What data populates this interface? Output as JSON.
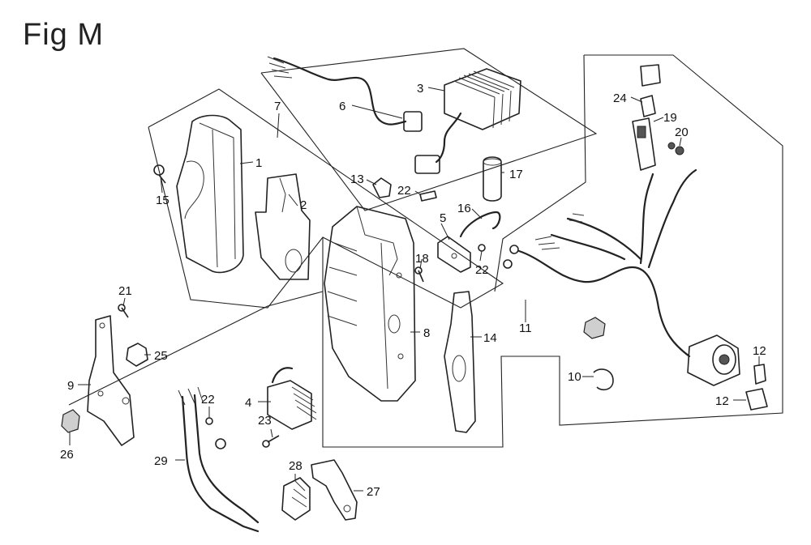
{
  "title": "Fig M",
  "callouts": [
    "1",
    "2",
    "3",
    "4",
    "5",
    "6",
    "7",
    "8",
    "9",
    "10",
    "11",
    "12",
    "12",
    "13",
    "14",
    "15",
    "16",
    "17",
    "18",
    "19",
    "20",
    "21",
    "22",
    "22",
    "22",
    "23",
    "24",
    "25",
    "26",
    "27",
    "28",
    "29"
  ]
}
